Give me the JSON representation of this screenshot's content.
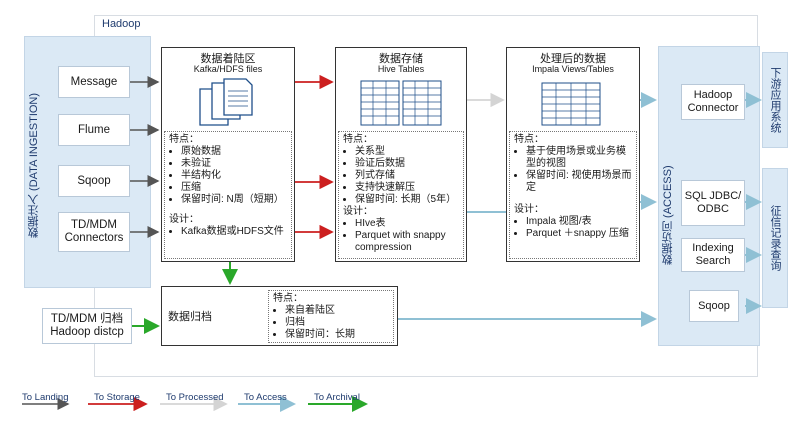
{
  "hadoop": {
    "title": "Hadoop"
  },
  "ingestion": {
    "label": "数据注入 (DATA INGESTION)"
  },
  "sources": [
    {
      "label": "Message"
    },
    {
      "label": "Flume"
    },
    {
      "label": "Sqoop"
    },
    {
      "label": "TD/MDM Connectors"
    }
  ],
  "archive_source": {
    "label": "TD/MDM 归档 Hadoop distcp"
  },
  "landing": {
    "title": "数据着陆区",
    "subtitle": "Kafka/HDFS files",
    "features_title": "特点：",
    "features": [
      "原始数据",
      "未验证",
      "半结构化",
      "压缩",
      "保留时间: N周（短期）"
    ],
    "design_title": "设计：",
    "design": [
      "Kafka数据或HDFS文件"
    ]
  },
  "storage": {
    "title": "数据存储",
    "subtitle": "Hive Tables",
    "features_title": "特点：",
    "features": [
      "关系型",
      "验证后数据",
      "列式存储",
      "支持快速解压",
      "保留时间: 长期（5年）"
    ],
    "design_title": "设计：",
    "design": [
      "HIve表",
      "Parquet with snappy compression"
    ]
  },
  "processed": {
    "title": "处理后的数据",
    "subtitle": "Impala Views/Tables",
    "features_title": "特点：",
    "features": [
      "基于使用场景或业务模型的视图",
      "保留时间: 视使用场景而定"
    ],
    "design_title": "设计：",
    "design": [
      "Impala 视图/表",
      "Parquet ＋snappy 压缩"
    ]
  },
  "archive": {
    "title": "数据归档",
    "features_title": "特点：",
    "features": [
      "来自着陆区",
      "归档",
      "保留时间：长期"
    ]
  },
  "access": {
    "label": "数据访问 (ACCESS)",
    "items": [
      {
        "label": "Hadoop Connector"
      },
      {
        "label": "SQL JDBC/ ODBC"
      },
      {
        "label": "Indexing Search"
      },
      {
        "label": "Sqoop"
      }
    ]
  },
  "right_tabs": {
    "downstream": "下游应用系统",
    "query": "征信记录查询"
  },
  "legend": [
    {
      "label": "To Landing",
      "color": "#555555"
    },
    {
      "label": "To Storage",
      "color": "#cc1f1f"
    },
    {
      "label": "To Processed",
      "color": "#d4d4d4"
    },
    {
      "label": "To Access",
      "color": "#8fc0d4"
    },
    {
      "label": "To Archival",
      "color": "#2aa82a"
    }
  ]
}
